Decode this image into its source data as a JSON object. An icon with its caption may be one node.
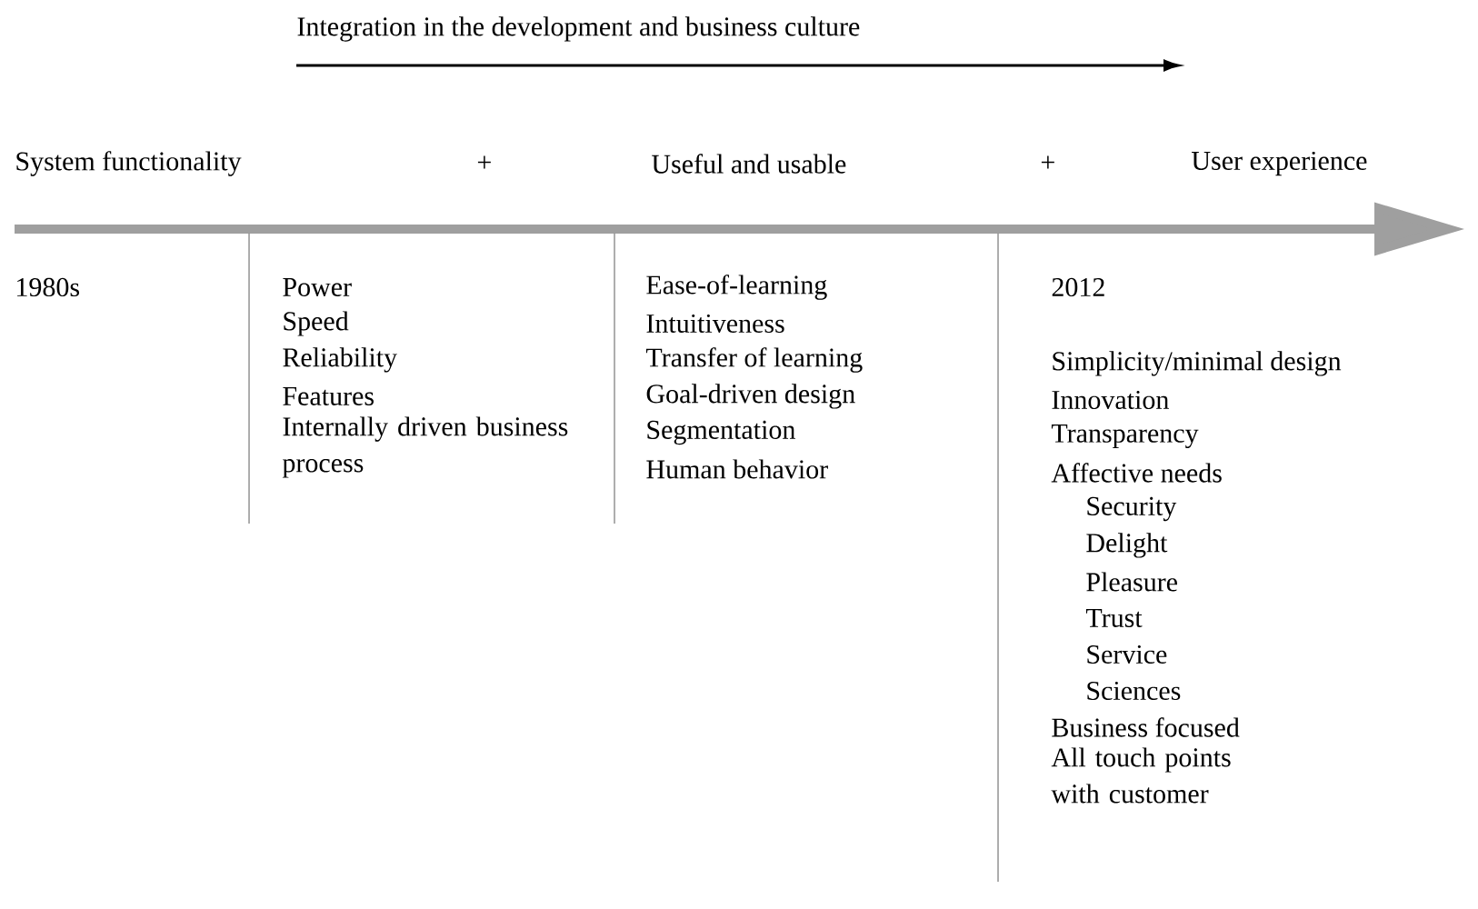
{
  "diagram": {
    "labels": [
      "Integration in the development and business culture",
      "System functionality",
      "+",
      "Useful and usable",
      "+",
      "User experience",
      "1980s",
      "Power",
      "Speed",
      "Reliability",
      "Features",
      "Internally driven business process",
      "Ease-of-learning",
      "Intuitiveness",
      "Transfer of learning",
      "Goal-driven design",
      "Segmentation",
      "Human behavior",
      "2012",
      "Simplicity/minimal design",
      "Innovation",
      "Transparency",
      "Affective needs",
      "Security",
      "Delight",
      "Pleasure",
      "Trust",
      "Service",
      "Sciences",
      "Business focused",
      "All touch points with customer"
    ]
  }
}
